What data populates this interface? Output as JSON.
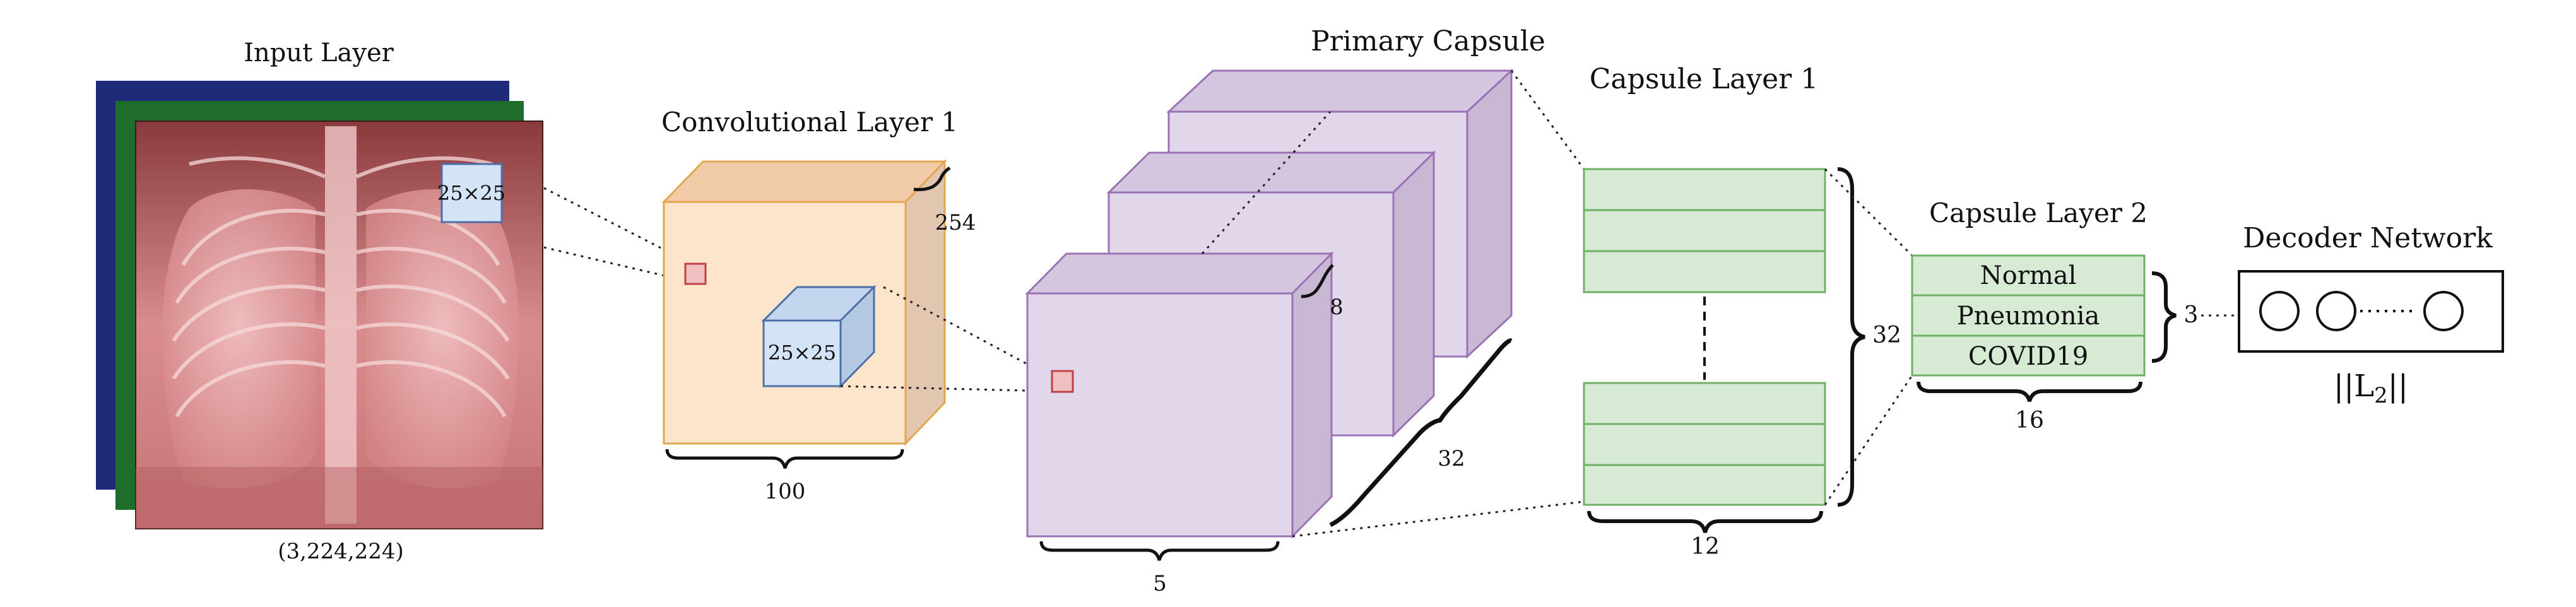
{
  "input_layer": {
    "title": "Input Layer",
    "patch_label": "25×25",
    "shape_label": "(3,224,224)",
    "channel_colors": [
      "#1f2a78",
      "#1f6d2a",
      "#6a1a1a"
    ]
  },
  "conv_layer": {
    "title": "Convolutional Layer 1",
    "kernel_label": "25×25",
    "width_label": "100",
    "depth_label": "254"
  },
  "primary_capsule": {
    "title": "Primary Capsule",
    "width_label": "5",
    "depth_label": "8",
    "count_label": "32"
  },
  "capsule_layer_1": {
    "title": "Capsule Layer 1",
    "height_label": "32",
    "width_label": "12"
  },
  "capsule_layer_2": {
    "title": "Capsule Layer 2",
    "classes": [
      "Normal",
      "Pneumonia",
      "COVID19"
    ],
    "width_label": "16",
    "count_label": "3"
  },
  "decoder": {
    "title": "Decoder Network",
    "loss_label": "||L",
    "loss_subscript": "2",
    "loss_suffix": "||"
  },
  "colors": {
    "conv_fill": "#fde5cc",
    "conv_stroke": "#e3a64f",
    "kernel_fill": "#d3e4f7",
    "kernel_stroke": "#4d6fa8",
    "patch_stroke": "#c0404a",
    "capsule_fill": "#e2d6ea",
    "capsule_stroke": "#9a72b6",
    "caps_fill": "#d6ead4",
    "caps_stroke": "#6fb065"
  }
}
